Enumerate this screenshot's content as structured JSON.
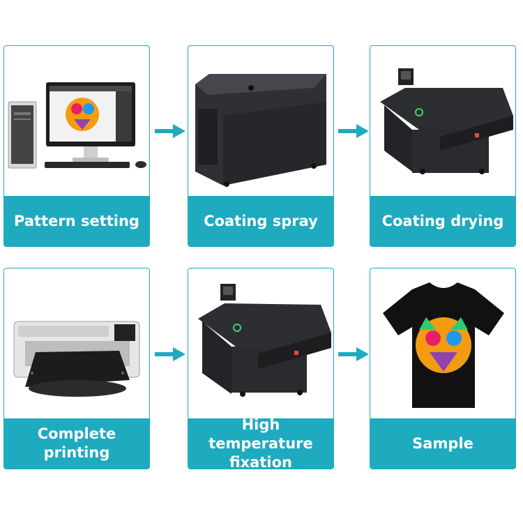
{
  "accent_color": "#1eaabf",
  "steps": [
    {
      "label": "Pattern setting",
      "icon": "computer-icon"
    },
    {
      "label": "Coating spray",
      "icon": "coating-machine-icon"
    },
    {
      "label": "Coating drying",
      "icon": "dryer-machine-icon"
    },
    {
      "label": "Complete printing",
      "icon": "printer-icon"
    },
    {
      "label": "High temperature fixation",
      "icon": "dryer-machine-icon"
    },
    {
      "label": "Sample",
      "icon": "tshirt-icon"
    }
  ]
}
